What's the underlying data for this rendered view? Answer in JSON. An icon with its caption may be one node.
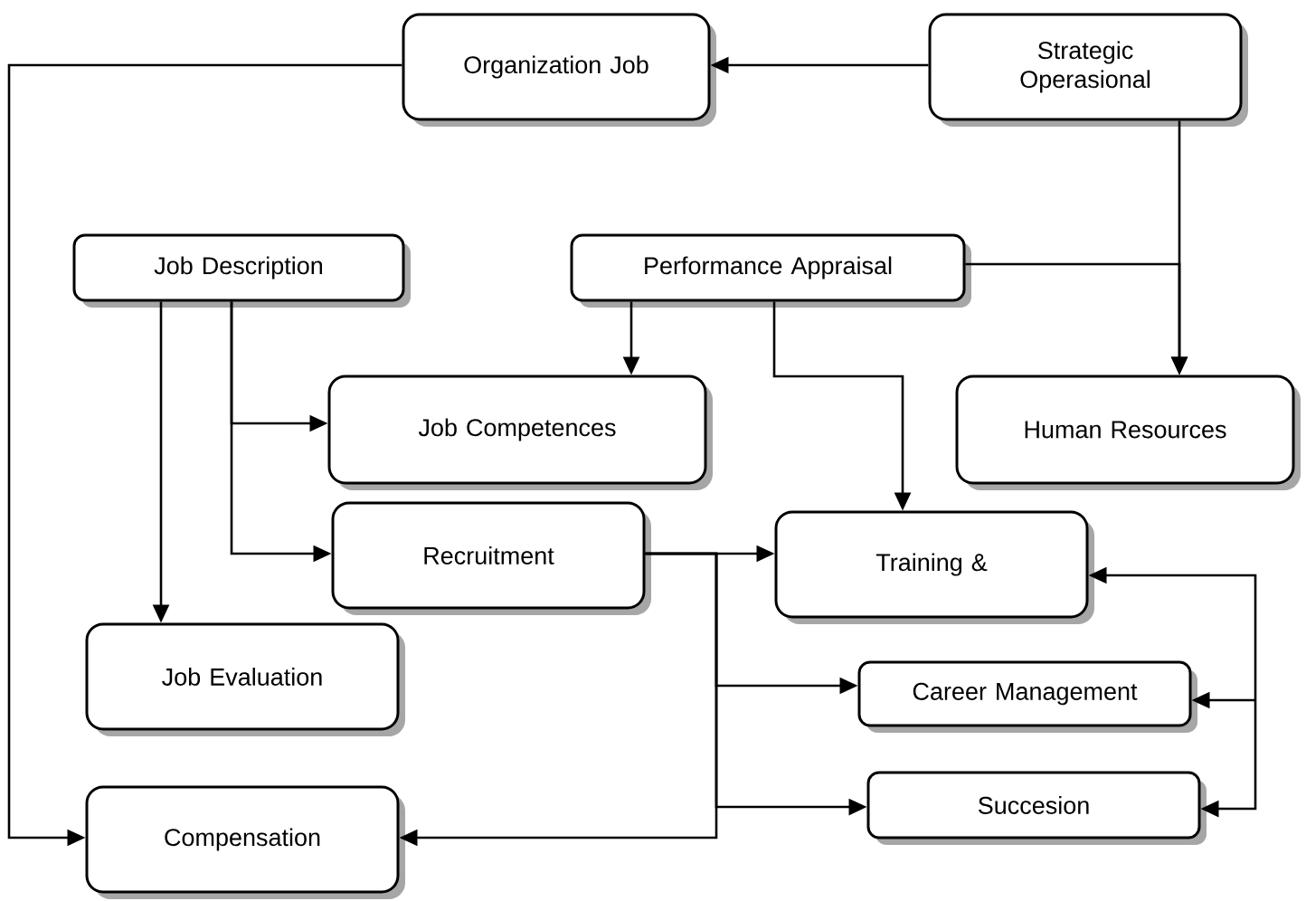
{
  "diagram": {
    "nodes": [
      {
        "text": [
          "Organization Job"
        ]
      },
      {
        "text": [
          "Strategic Operasional"
        ]
      },
      {
        "text": [
          "Job Description"
        ]
      },
      {
        "text": [
          "Performance Appraisal"
        ]
      },
      {
        "text": [
          "Job Competences"
        ]
      },
      {
        "text": [
          "Human Resources"
        ]
      },
      {
        "text": [
          "Recruitment"
        ]
      },
      {
        "text": [
          "Training &"
        ]
      },
      {
        "text": [
          "Job Evaluation"
        ]
      },
      {
        "text": [
          "Career Management"
        ]
      },
      {
        "text": [
          "Compensation"
        ]
      },
      {
        "text": [
          "Succesion"
        ]
      }
    ],
    "edges": [
      {
        "from": 1,
        "to": 0,
        "arrow": "to"
      },
      {
        "from": 0,
        "to": 10,
        "arrow": "to"
      },
      {
        "from": 1,
        "to": 5,
        "arrow": "to"
      },
      {
        "from": 3,
        "to": 5,
        "arrow": "to"
      },
      {
        "from": 3,
        "to": 4,
        "arrow": "to"
      },
      {
        "from": 3,
        "to": 7,
        "arrow": "to"
      },
      {
        "from": 2,
        "to": 8,
        "arrow": "to"
      },
      {
        "from": 2,
        "to": 4,
        "arrow": "to"
      },
      {
        "from": 2,
        "to": 6,
        "arrow": "to"
      },
      {
        "from": 6,
        "to": 7,
        "arrow": "to"
      },
      {
        "from": 6,
        "to": 9,
        "arrow": "to"
      },
      {
        "from": 6,
        "to": 11,
        "arrow": "to"
      },
      {
        "from": 6,
        "to": 10,
        "arrow": "to"
      },
      {
        "from": 7,
        "to": 11,
        "arrow": "both"
      },
      {
        "from": null,
        "to": 9,
        "arrow": "to"
      }
    ]
  }
}
